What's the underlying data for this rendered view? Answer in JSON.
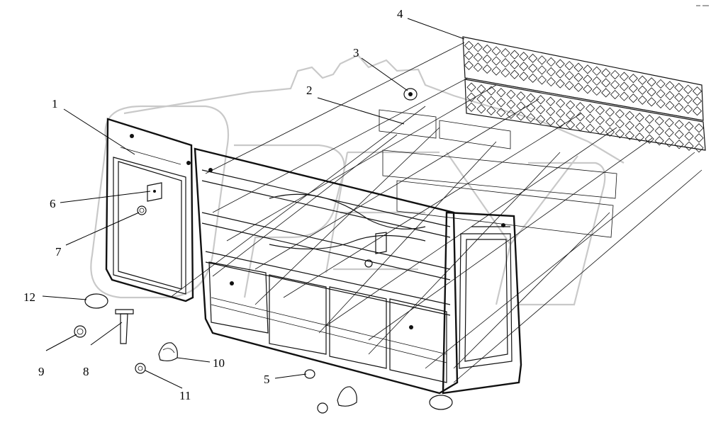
{
  "callouts": [
    {
      "id": "1",
      "label": "1"
    },
    {
      "id": "2",
      "label": "2"
    },
    {
      "id": "3",
      "label": "3"
    },
    {
      "id": "4",
      "label": "4"
    },
    {
      "id": "5",
      "label": "5"
    },
    {
      "id": "6",
      "label": "6"
    },
    {
      "id": "7",
      "label": "7"
    },
    {
      "id": "8",
      "label": "8"
    },
    {
      "id": "9",
      "label": "9"
    },
    {
      "id": "10",
      "label": "10"
    },
    {
      "id": "11",
      "label": "11"
    },
    {
      "id": "12",
      "label": "12"
    }
  ],
  "colors": {
    "lines": "#111111",
    "watermark": "#c9c9c9",
    "background": "#ffffff"
  }
}
